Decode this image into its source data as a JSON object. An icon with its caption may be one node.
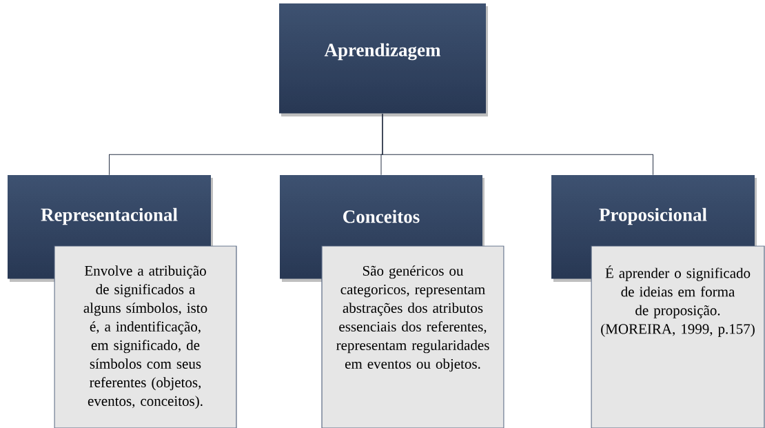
{
  "diagram": {
    "nodes": [
      {
        "text": [
          "Aprendizagem"
        ]
      },
      {
        "text": [
          "Representacional"
        ]
      },
      {
        "text": [
          "Envolve a atribuição de significados a alguns símbolos, isto é, a indentificação, em significado, de símbolos com seus referentes (objetos, eventos, conceitos)."
        ]
      },
      {
        "text": [
          "Conceitos"
        ]
      },
      {
        "text": [
          "São genéricos ou categoricos, representam abstrações dos atributos essenciais dos referentes, representam regularidades em eventos ou objetos."
        ]
      },
      {
        "text": [
          "Proposicional"
        ]
      },
      {
        "text": [
          "É aprender o significado de ideias em forma de proposição. (MOREIRA, 1999, p.157)"
        ]
      }
    ],
    "edges": [
      {
        "from": 0,
        "to": 1,
        "arrow": "none"
      },
      {
        "from": 0,
        "to": 3,
        "arrow": "none"
      },
      {
        "from": 0,
        "to": 5,
        "arrow": "none"
      }
    ]
  }
}
